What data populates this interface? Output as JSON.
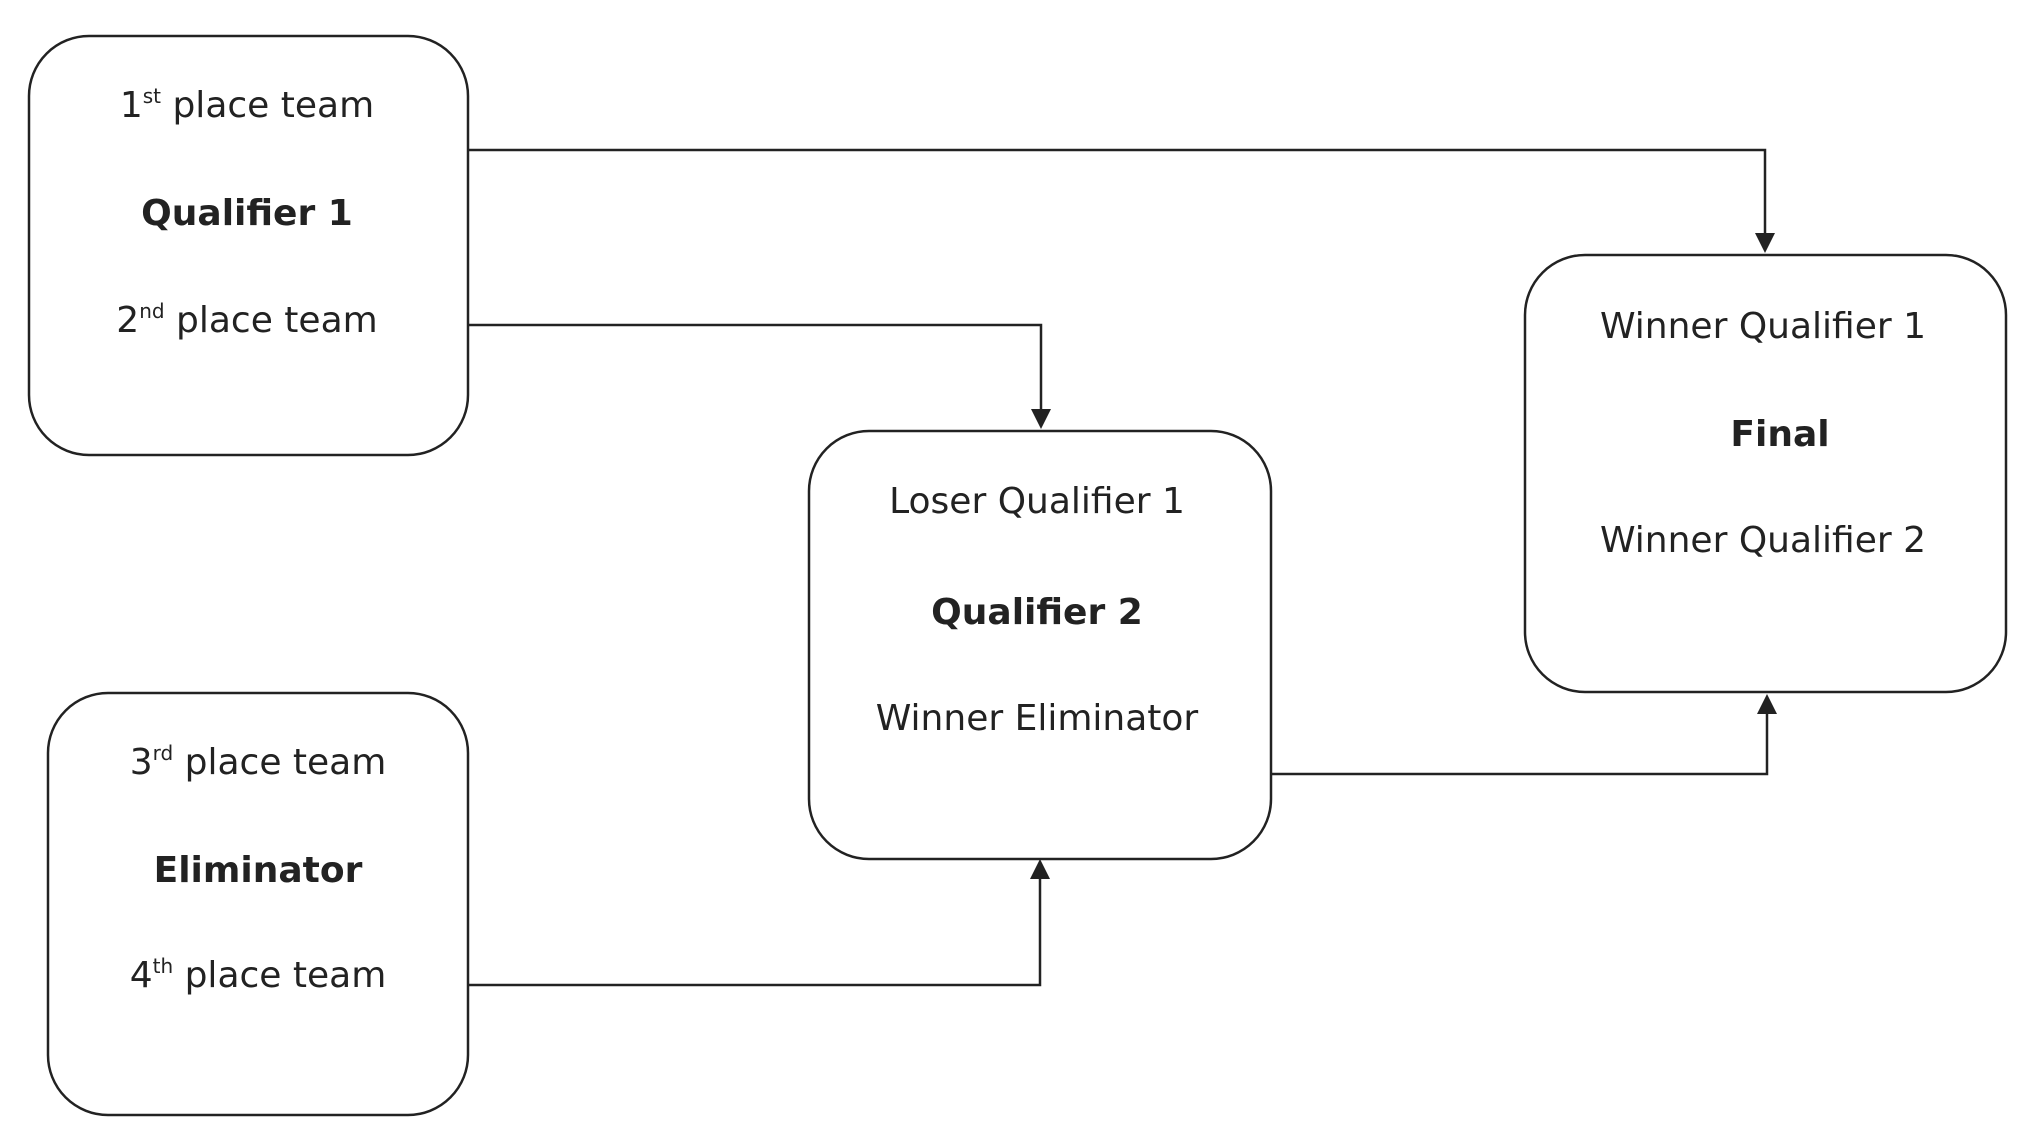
{
  "nodes": {
    "qualifier1": {
      "top": "1st place team",
      "top_num": "1",
      "top_sup": "st",
      "top_rest": " place team",
      "title": "Qualifier 1",
      "bottom_num": "2",
      "bottom_sup": "nd",
      "bottom_rest": " place team"
    },
    "eliminator": {
      "top_num": "3",
      "top_sup": "rd",
      "top_rest": " place team",
      "title": "Eliminator",
      "bottom_num": "4",
      "bottom_sup": "th",
      "bottom_rest": " place team"
    },
    "qualifier2": {
      "top": "Loser Qualifier 1",
      "title": "Qualifier 2",
      "bottom": "Winner Eliminator"
    },
    "final": {
      "top": "Winner Qualifier 1",
      "title": "Final",
      "bottom": "Winner Qualifier 2"
    }
  },
  "edges": [
    {
      "from": "qualifier1 (1st place team)",
      "to": "final"
    },
    {
      "from": "qualifier1 (2nd place team)",
      "to": "qualifier2"
    },
    {
      "from": "eliminator (4th place team)",
      "to": "qualifier2"
    },
    {
      "from": "qualifier2",
      "to": "final"
    }
  ]
}
